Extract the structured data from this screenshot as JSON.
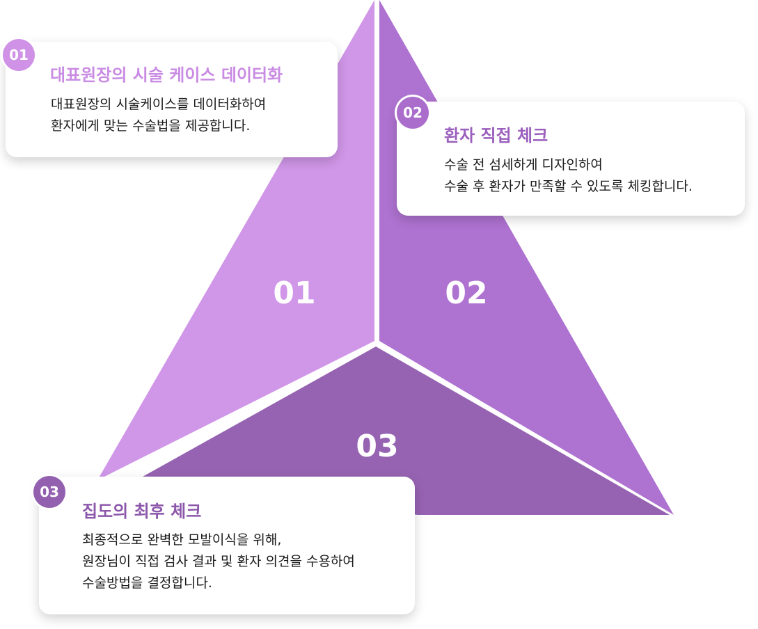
{
  "segments": [
    {
      "number": "01",
      "color": "#d096e8"
    },
    {
      "number": "02",
      "color": "#ae72d0"
    },
    {
      "number": "03",
      "color": "#9663b2"
    }
  ],
  "cards": [
    {
      "badge": "01",
      "title": "대표원장의 시술 케이스 데이터화",
      "lines": [
        "대표원장의 시술케이스를 데이터화하여",
        "환자에게 맞는 수술법을 제공합니다."
      ]
    },
    {
      "badge": "02",
      "title": "환자 직접 체크",
      "lines": [
        "수술 전 섬세하게 디자인하여",
        "수술 후 환자가 만족할 수 있도록 체킹합니다."
      ]
    },
    {
      "badge": "03",
      "title": "집도의 최후 체크",
      "lines": [
        "최종적으로 완벽한 모발이식을 위해,",
        "원장님이 직접 검사 결과 및 환자 의견을 수용하여",
        "수술방법을 결정합니다."
      ]
    }
  ]
}
